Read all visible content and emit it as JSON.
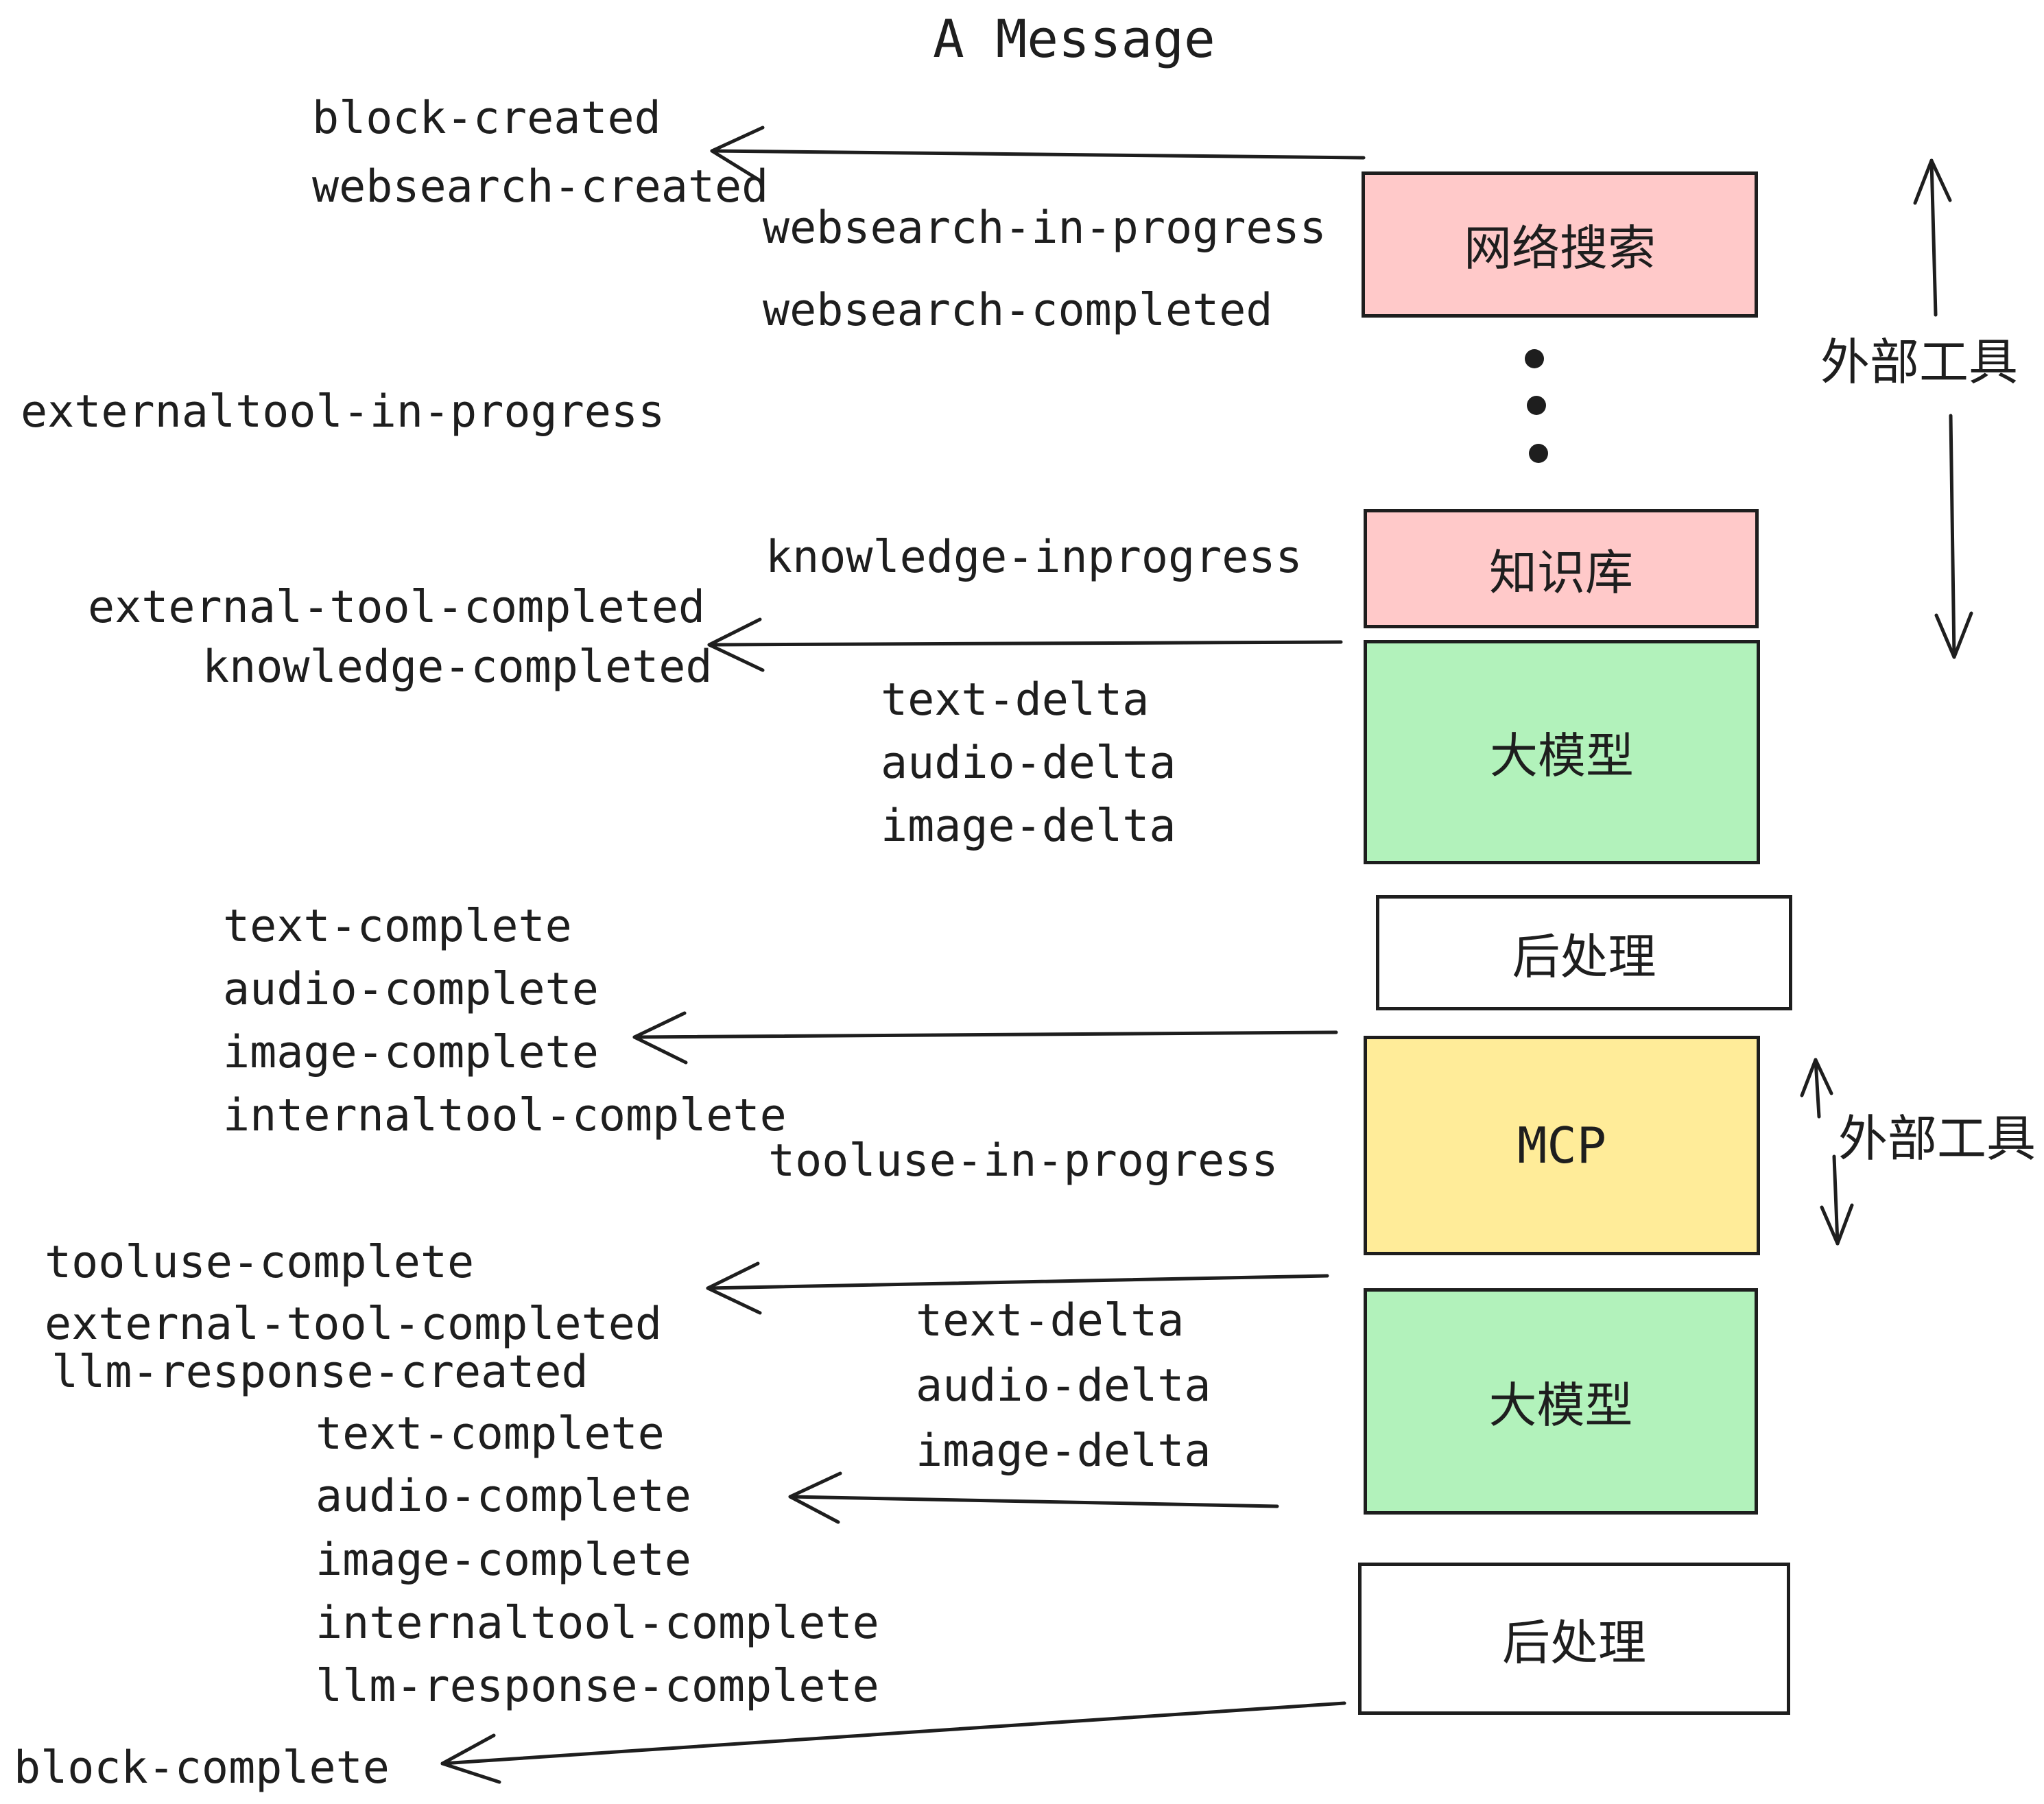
{
  "title": "A Message",
  "events": {
    "block_created": "block-created",
    "websearch_created": "websearch-created",
    "websearch_in_progress": "websearch-in-progress",
    "websearch_completed": "websearch-completed",
    "externaltool_in_progress": "externaltool-in-progress",
    "knowledge_inprogress": "knowledge-inprogress",
    "external_tool_completed": "external-tool-completed",
    "knowledge_completed": "knowledge-completed",
    "text_delta_1": "text-delta",
    "audio_delta_1": "audio-delta",
    "image_delta_1": "image-delta",
    "text_complete_1": "text-complete",
    "audio_complete_1": "audio-complete",
    "image_complete_1": "image-complete",
    "internaltool_complete_1": "internaltool-complete",
    "tooluse_in_progress": "tooluse-in-progress",
    "tooluse_complete": "tooluse-complete",
    "external_tool_completed_2": "external-tool-completed",
    "llm_response_created": "llm-response-created",
    "text_complete_2": "text-complete",
    "audio_complete_2": "audio-complete",
    "image_complete_2": "image-complete",
    "internaltool_complete_2": "internaltool-complete",
    "llm_response_complete": "llm-response-complete",
    "block_complete": "block-complete"
  },
  "boxes": {
    "websearch": {
      "label": "网络搜索",
      "fill": "#ffc9c9"
    },
    "knowledge": {
      "label": "知识库",
      "fill": "#ffc9c9"
    },
    "llm_1": {
      "label": "大模型",
      "fill": "#b2f2bb"
    },
    "post_1": {
      "label": "后处理",
      "fill": "#ffffff"
    },
    "mcp": {
      "label": "MCP",
      "fill": "#ffec99"
    },
    "llm_2": {
      "label": "大模型",
      "fill": "#b2f2bb"
    },
    "post_2": {
      "label": "后处理",
      "fill": "#ffffff"
    }
  },
  "side_labels": {
    "external_tools_1": "外部工具",
    "external_tools_2": "外部工具"
  },
  "colors": {
    "stroke": "#1e1e1e",
    "background": "#ffffff",
    "pink": "#ffc9c9",
    "green": "#b2f2bb",
    "yellow": "#ffec99"
  }
}
